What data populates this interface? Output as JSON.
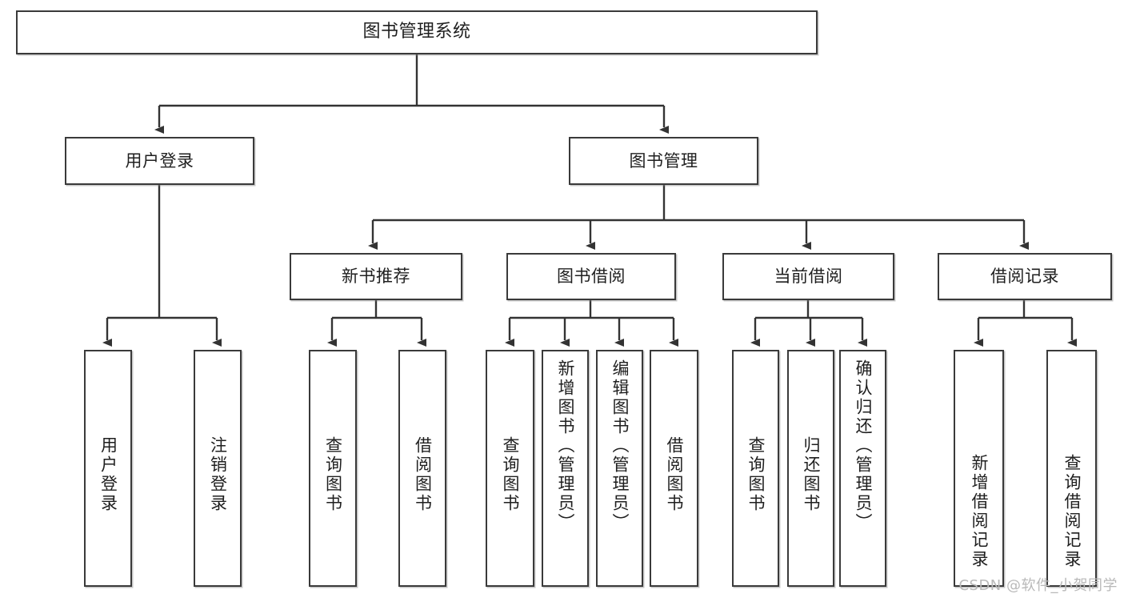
{
  "diagram": {
    "title": "图书管理系统",
    "type": "tree",
    "watermark": "CSDN @软件_小贺同学",
    "colors": {
      "box_border": "#3a3a3a",
      "box_fill": "#ffffff",
      "connector": "#333333",
      "text": "#1f1f1f",
      "watermark": "#b9b9b9"
    },
    "nodes": {
      "root": {
        "label": "图书管理系统"
      },
      "level2": [
        {
          "id": "user-login",
          "label": "用户登录"
        },
        {
          "id": "book-management",
          "label": "图书管理"
        }
      ],
      "level3": [
        {
          "id": "new-book-recommend",
          "label": "新书推荐"
        },
        {
          "id": "book-borrow",
          "label": "图书借阅"
        },
        {
          "id": "current-borrow",
          "label": "当前借阅"
        },
        {
          "id": "borrow-record",
          "label": "借阅记录"
        }
      ],
      "leaves": {
        "user-login": [
          {
            "id": "leaf-user-login",
            "label": "用户登录"
          },
          {
            "id": "leaf-logout-login",
            "label": "注销登录"
          }
        ],
        "new-book-recommend": [
          {
            "id": "leaf-query-book-1",
            "label": "查询图书"
          },
          {
            "id": "leaf-borrow-book-1",
            "label": "借阅图书"
          }
        ],
        "book-borrow": [
          {
            "id": "leaf-query-book-2",
            "label": "查询图书"
          },
          {
            "id": "leaf-add-book",
            "label": "新增图书（管理员）"
          },
          {
            "id": "leaf-edit-book",
            "label": "编辑图书（管理员）"
          },
          {
            "id": "leaf-borrow-book-2",
            "label": "借阅图书"
          }
        ],
        "current-borrow": [
          {
            "id": "leaf-query-book-3",
            "label": "查询图书"
          },
          {
            "id": "leaf-return-book",
            "label": "归还图书"
          },
          {
            "id": "leaf-confirm-return",
            "label": "确认归还（管理员）"
          }
        ],
        "borrow-record": [
          {
            "id": "leaf-add-record",
            "label": "新增借阅记录"
          },
          {
            "id": "leaf-query-record",
            "label": "查询借阅记录"
          }
        ]
      }
    }
  }
}
